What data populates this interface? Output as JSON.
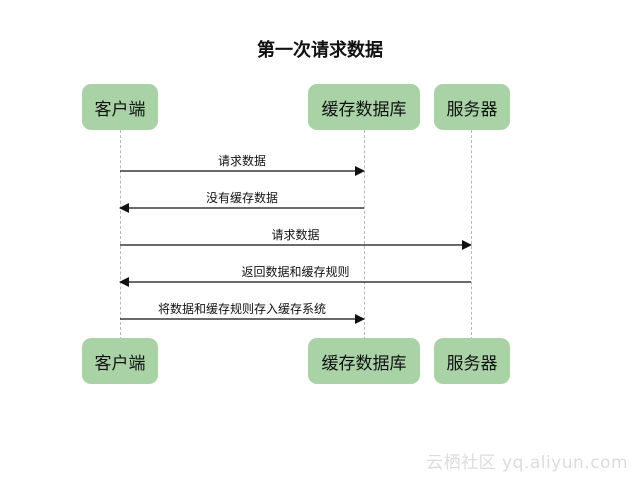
{
  "diagram": {
    "title": "第一次请求数据",
    "participants": [
      {
        "id": "client",
        "label": "客户端"
      },
      {
        "id": "cache",
        "label": "缓存数据库"
      },
      {
        "id": "server",
        "label": "服务器"
      }
    ],
    "messages": [
      {
        "from": "client",
        "to": "cache",
        "label": "请求数据"
      },
      {
        "from": "cache",
        "to": "client",
        "label": "没有缓存数据"
      },
      {
        "from": "client",
        "to": "server",
        "label": "请求数据"
      },
      {
        "from": "server",
        "to": "client",
        "label": "返回数据和缓存规则"
      },
      {
        "from": "client",
        "to": "cache",
        "label": "将数据和缓存规则存入缓存系统"
      }
    ],
    "colors": {
      "participant_fill": "#a9d3a7",
      "arrow": "#111111",
      "lifeline": "#b8b8b8"
    }
  },
  "watermark": "云栖社区 yq.aliyun.com"
}
